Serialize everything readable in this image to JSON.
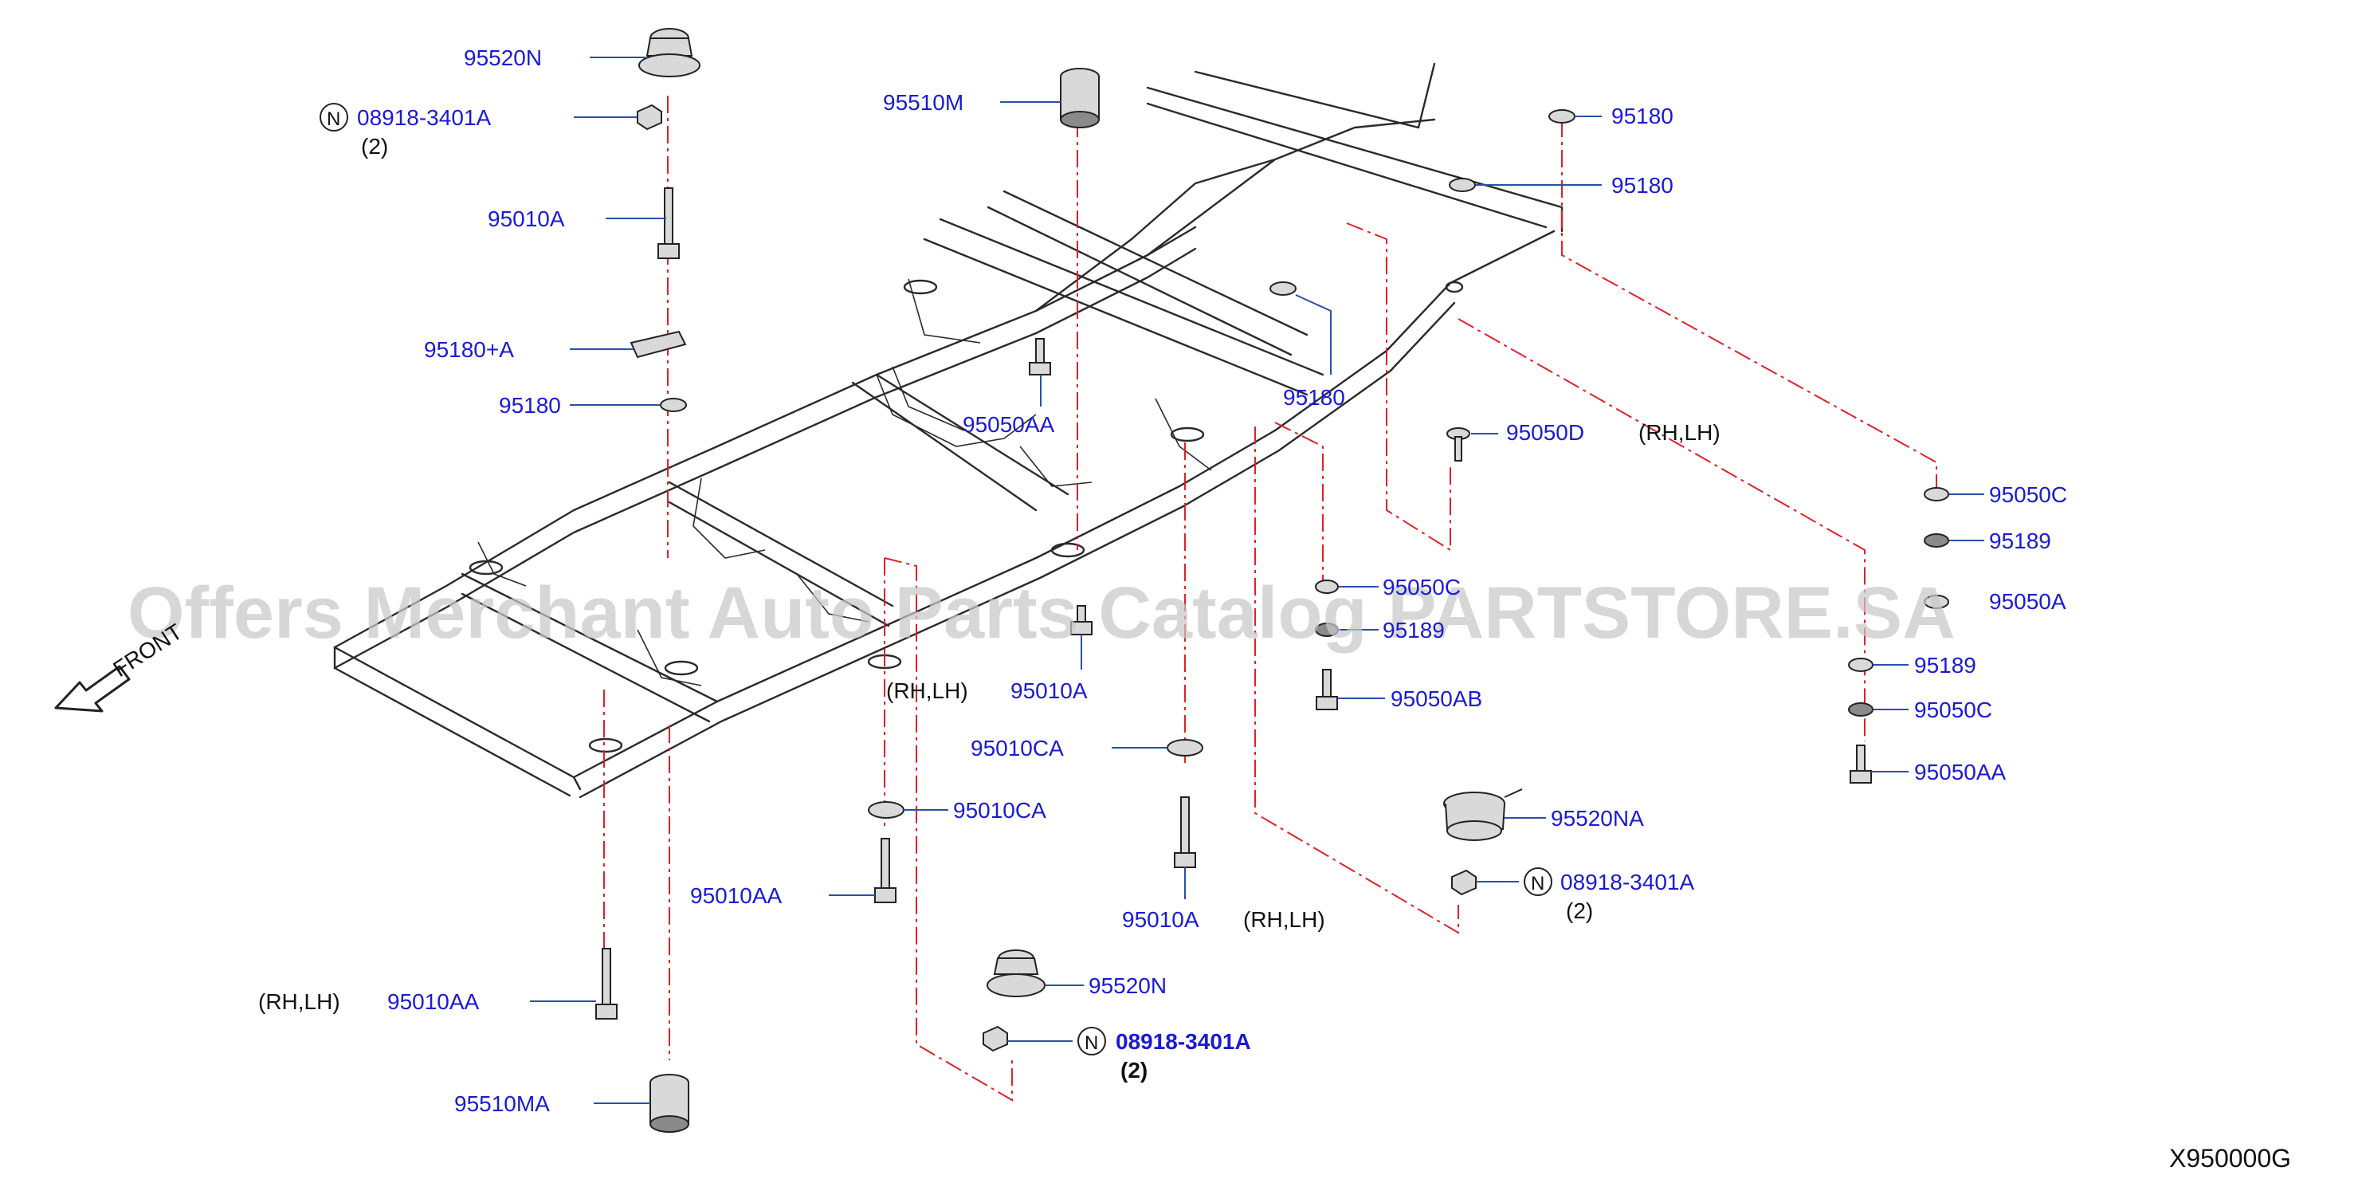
{
  "diagram": {
    "drawing_code": "X950000G",
    "watermark": "Offers Merchant Auto Parts Catalog PARTSTORE.SA",
    "front_label": "FRONT",
    "notes": {
      "rhlh": "(RH,LH)",
      "qty2": "(2)",
      "n_mark": "N"
    },
    "parts": {
      "p95520N_top": "95520N",
      "p08918_top": "08918-3401A",
      "p95010A_top": "95010A",
      "p95180A": "95180+A",
      "p95180_left": "95180",
      "p95510M": "95510M",
      "p95180_r1": "95180",
      "p95180_r2": "95180",
      "p95180_mid": "95180",
      "p95050AA_mid": "95050AA",
      "p95050D": "95050D",
      "p95050C_1": "95050C",
      "p95189_1": "95189",
      "p95050A_r": "95050A",
      "p95189_2": "95189",
      "p95050C_2": "95050C",
      "p95050AA_r": "95050AA",
      "p95050C_c": "95050C",
      "p95189_c": "95189",
      "p95050AB": "95050AB",
      "p95010A_c": "95010A",
      "p95010CA_1": "95010CA",
      "p95010CA_2": "95010CA",
      "p95010AA_c": "95010AA",
      "p95010A_b": "95010A",
      "p95520NA": "95520NA",
      "p08918_r": "08918-3401A",
      "p95520N_b": "95520N",
      "p08918_b": "08918-3401A",
      "p95010AA_l": "95010AA",
      "p95510MA": "95510MA"
    }
  }
}
